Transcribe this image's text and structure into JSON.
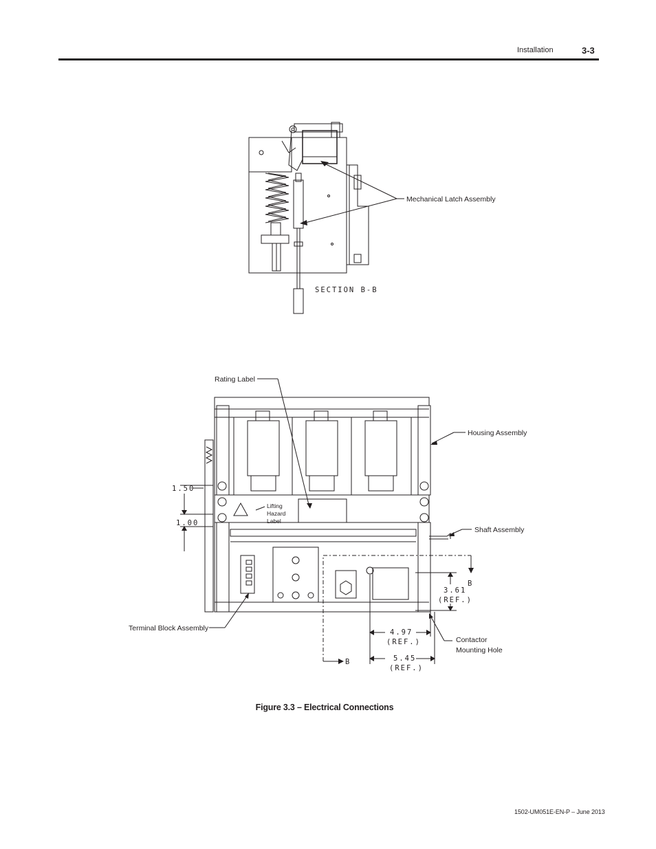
{
  "header": {
    "section": "Installation",
    "page_number": "3-3"
  },
  "figure": {
    "section_label": "SECTION B-B",
    "callouts": {
      "mechanical_latch": "Mechanical Latch Assembly",
      "rating_label": "Rating Label",
      "housing": "Housing Assembly",
      "shaft": "Shaft Assembly",
      "terminal_block": "Terminal Block Assembly",
      "lifting_line1": "Lifting",
      "lifting_line2": "Hazard",
      "lifting_line3": "Label",
      "mounting_line1": "Contactor",
      "mounting_line2": "Mounting Hole"
    },
    "dimensions": {
      "d150": "1.50",
      "d100": "1.00",
      "d361": "3.61",
      "d361_ref": "(REF.)",
      "d497": "4.97",
      "d497_ref": "(REF.)",
      "d545": "5.45",
      "d545_ref": "(REF.)",
      "section_mark_top": "B",
      "section_mark_bottom": "B"
    },
    "caption": "Figure 3.3 – Electrical Connections"
  },
  "footer": {
    "doc_id": "1502-UM051E-EN-P – June 2013"
  }
}
